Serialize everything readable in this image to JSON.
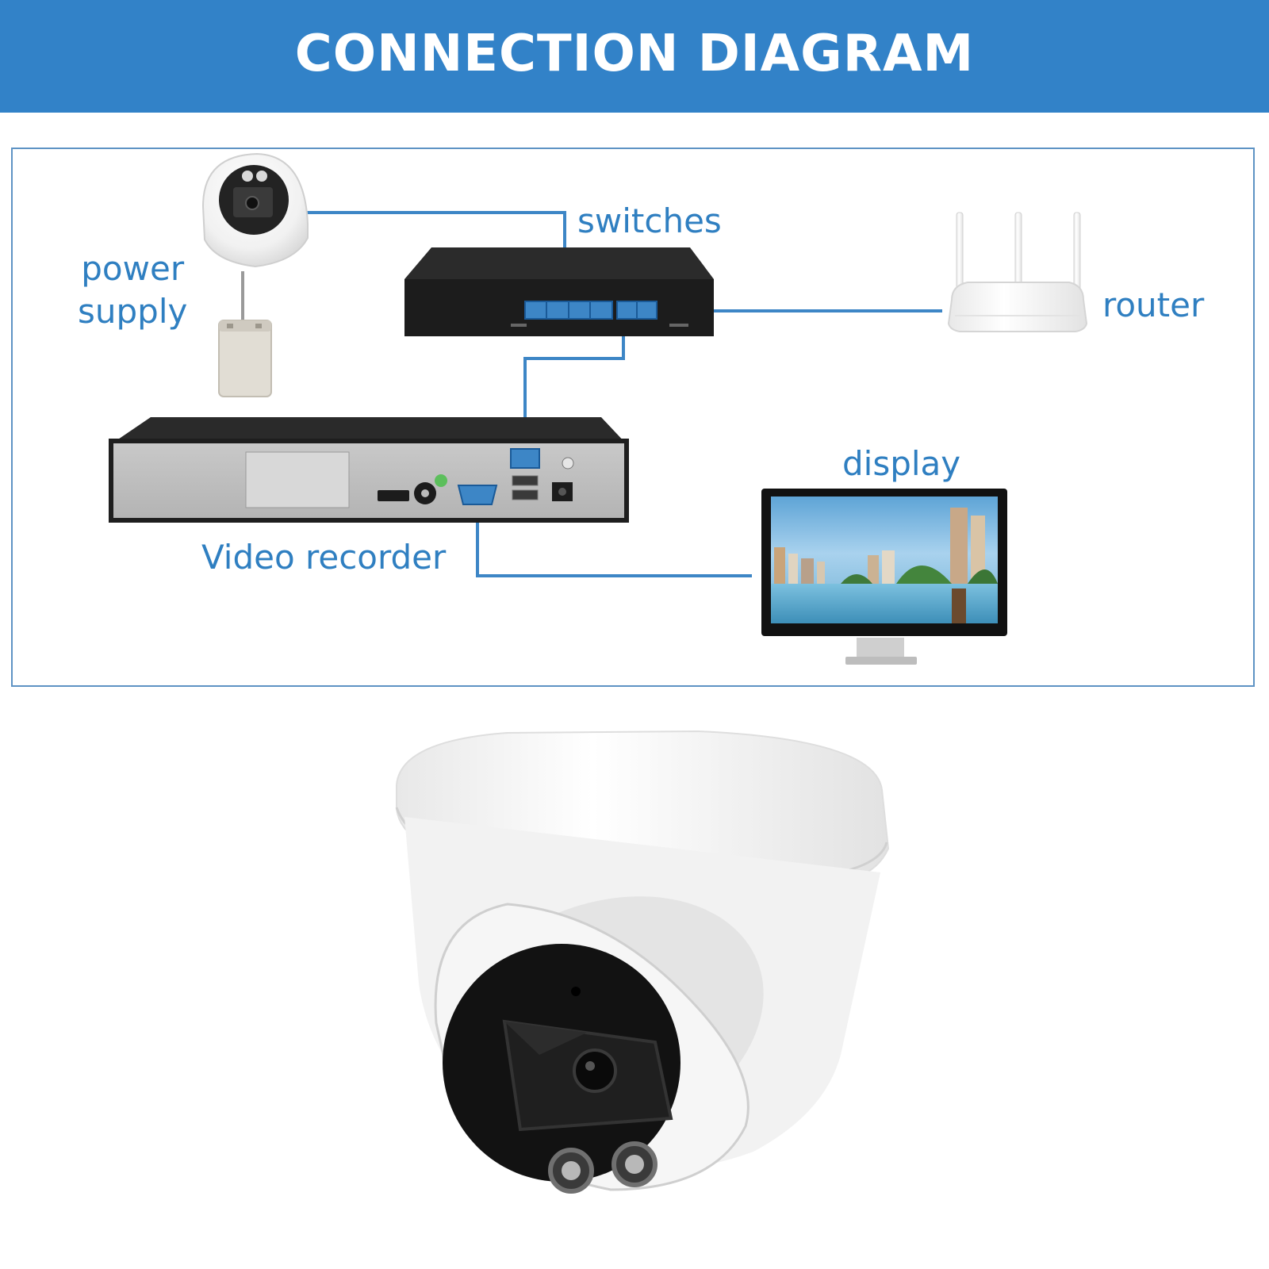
{
  "banner": {
    "title": "CONNECTION DIAGRAM",
    "color": "#3282c8"
  },
  "labels": {
    "power_supply_line1": "power",
    "power_supply_line2": "supply",
    "switches": "switches",
    "router": "router",
    "display": "display",
    "video_recorder": "Video recorder"
  },
  "colors": {
    "label": "#2f7fc1",
    "cable": "#3d86c6",
    "panel_border": "#5e93c4",
    "device_dark": "#1e1e1e"
  },
  "icons": [
    "dome-camera-icon",
    "power-adapter-icon",
    "network-switch-icon",
    "router-icon",
    "video-recorder-icon",
    "monitor-icon"
  ]
}
